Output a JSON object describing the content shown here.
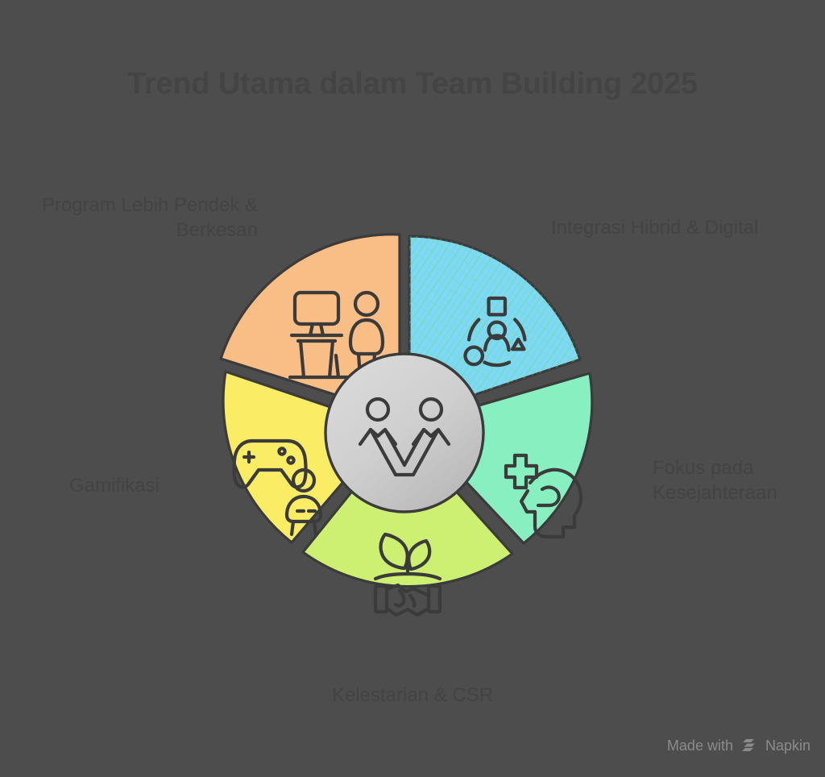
{
  "title": "Trend Utama dalam Team Building 2025",
  "background_color": "#4d4d4d",
  "title_color": "#444444",
  "label_color": "#434343",
  "center": {
    "icon": "team-people-icon",
    "fill_from": "#d8d8d8",
    "fill_to": "#bdbdbd",
    "stroke": "#3b3b3b"
  },
  "watermark": {
    "prefix": "Made with",
    "brand": "Napkin",
    "logo_icon": "napkin-logo-icon",
    "color": "#8b8b8b"
  },
  "petals": [
    {
      "id": "hybrid",
      "label": "Integrasi Hibrid & Digital",
      "color": "#7fd8f7",
      "icon": "hybrid-digital-collaboration-icon",
      "highlighted": true,
      "highlight_color": "#6ee77a"
    },
    {
      "id": "wellness",
      "label": "Fokus pada\nKesejahteraan",
      "color": "#88efc0",
      "icon": "mental-health-head-cross-icon",
      "highlighted": false
    },
    {
      "id": "csr",
      "label": "Kelestarian & CSR",
      "color": "#cdf072",
      "icon": "handshake-plant-icon",
      "highlighted": false
    },
    {
      "id": "gamification",
      "label": "Gamifikasi",
      "color": "#faec64",
      "icon": "game-controller-person-icon",
      "highlighted": false
    },
    {
      "id": "shorter",
      "label": "Program Lebih Pendek &\nBerkesan",
      "color": "#f8be86",
      "icon": "presentation-screen-person-icon",
      "highlighted": false
    }
  ]
}
